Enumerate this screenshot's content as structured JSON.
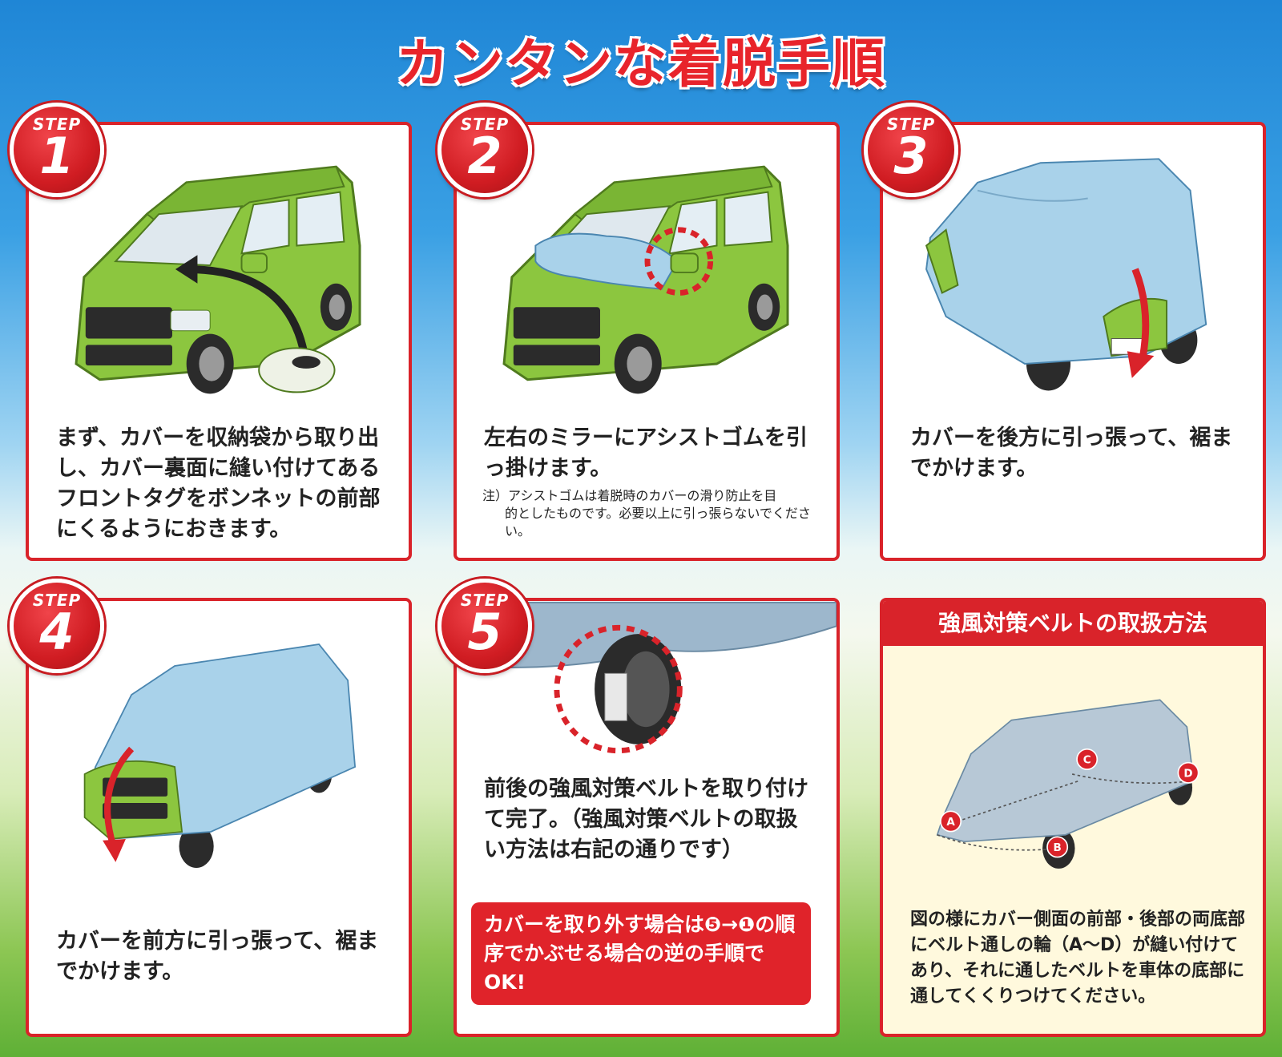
{
  "page_title": "カンタンな着脱手順",
  "step_label": "STEP",
  "steps": [
    {
      "num": "1",
      "text": "まず、カバーを収納袋から取り出し、カバー裏面に縫い付けてあるフロントタグをボンネットの前部にくるようにおきます。"
    },
    {
      "num": "2",
      "text": "左右のミラーにアシストゴムを引っ掛けます。",
      "note_line1": "注）アシストゴムは着脱時のカバーの滑り防止を目",
      "note_line2": "的としたものです。必要以上に引っ張らないでください。"
    },
    {
      "num": "3",
      "text": "カバーを後方に引っ張って、裾までかけます。"
    },
    {
      "num": "4",
      "text": "カバーを前方に引っ張って、裾までかけます。"
    },
    {
      "num": "5",
      "text": "前後の強風対策ベルトを取り付けて完了。（強風対策ベルトの取扱い方法は右記の通りです）",
      "removal_note": "カバーを取り外す場合は❺→❶の順序でかぶせる場合の逆の手順でOK!"
    }
  ],
  "belt": {
    "title": "強風対策ベルトの取扱方法",
    "text": "図の様にカバー側面の前部・後部の両底部にベルト通しの輪（A～D）が縫い付けてあり、それに通したベルトを車体の底部に通してくくりつけてください。",
    "points": [
      "A",
      "B",
      "C",
      "D"
    ]
  },
  "colors": {
    "accent_red": "#d9232a",
    "car_green": "#8cc63f",
    "cover_blue": "#a9d2ea"
  }
}
